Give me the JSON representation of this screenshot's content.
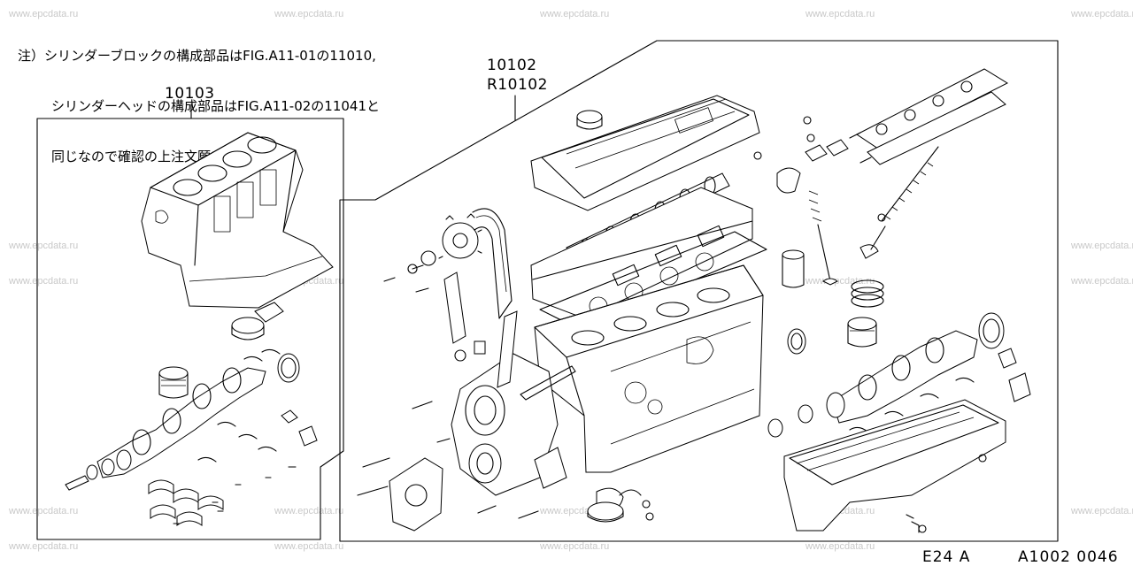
{
  "watermark": "www.epcdata.ru",
  "note": {
    "line1": "注）シリンダーブロックの構成部品はFIG.A11-01の11010,",
    "line2": "シリンダーヘッドの構成部品はFIG.A11-02の11041と",
    "line3": "同じなので確認の上注文願います。"
  },
  "labels": {
    "short_block": "10103",
    "engine_assy": "10102",
    "engine_assy_r": "R10102"
  },
  "footer": {
    "engine_code": "E24 A",
    "figure_code": "A1002 0046"
  }
}
